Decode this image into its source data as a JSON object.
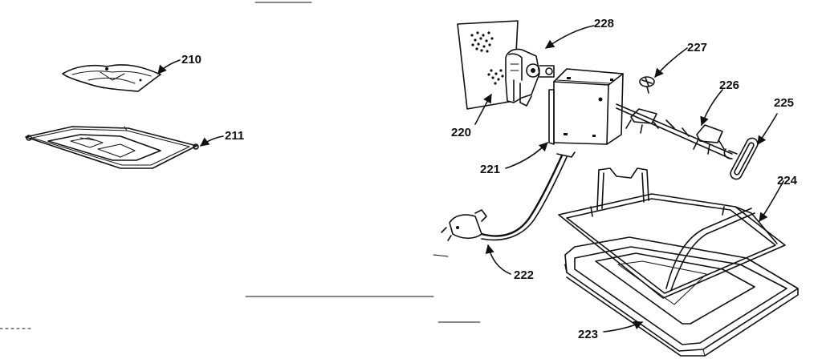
{
  "labels": {
    "p210": "210",
    "p211": "211",
    "p220": "220",
    "p221": "221",
    "p222": "222",
    "p223": "223",
    "p224": "224",
    "p225": "225",
    "p226": "226",
    "p227": "227",
    "p228": "228"
  },
  "colors": {
    "ink": "#111111",
    "paper": "#ffffff"
  }
}
